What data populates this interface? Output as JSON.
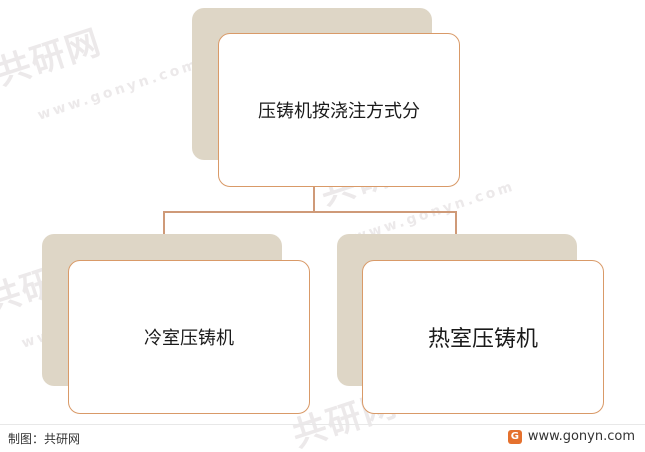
{
  "diagram": {
    "root": {
      "label": "压铸机按浇注方式分"
    },
    "children": [
      {
        "label": "冷室压铸机"
      },
      {
        "label": "热室压铸机"
      }
    ]
  },
  "watermark": {
    "brand": "共研网",
    "url": "www.gonyn.com"
  },
  "footer": {
    "source": "制图：共研网",
    "site": "www.gonyn.com"
  },
  "colors": {
    "shadow": "#ded6c6",
    "border": "#d99a68",
    "connector": "#cf9a78",
    "logo": "#e5712e"
  }
}
